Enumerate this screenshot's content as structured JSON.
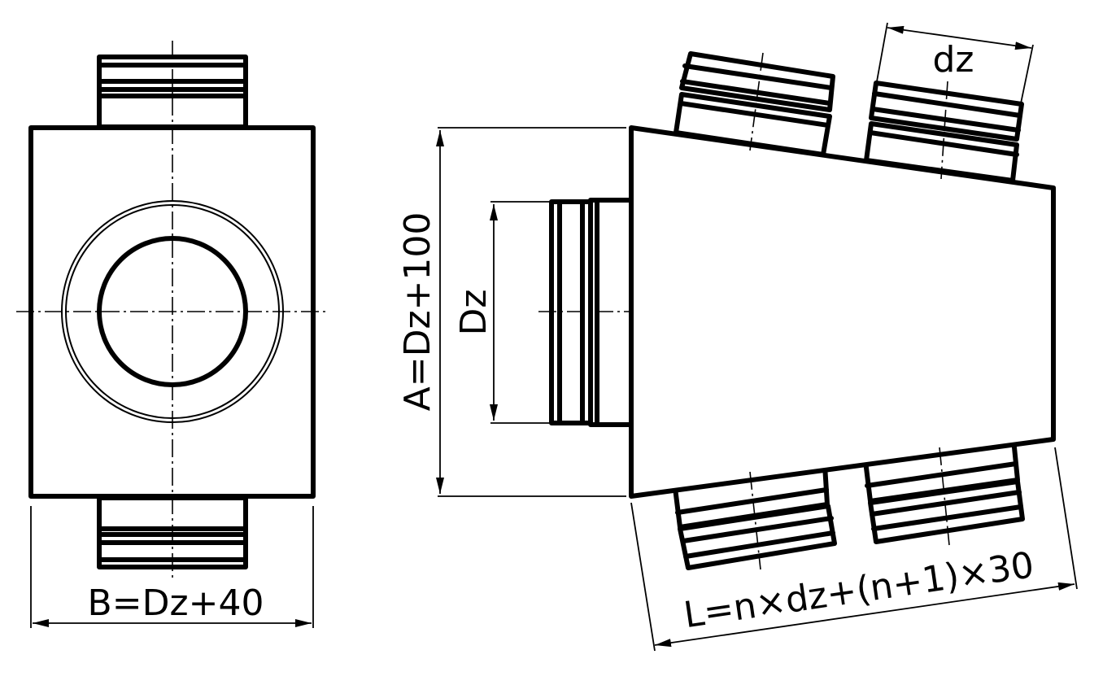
{
  "labels": {
    "b_dim": "B=Dz+40",
    "a_dim": "A=Dz+100",
    "dz_big": "Dz",
    "dz_small": "dz",
    "l_dim": "L=n×dz+(n+1)×30"
  },
  "colors": {
    "ink": "#000000",
    "background": "#ffffff"
  }
}
